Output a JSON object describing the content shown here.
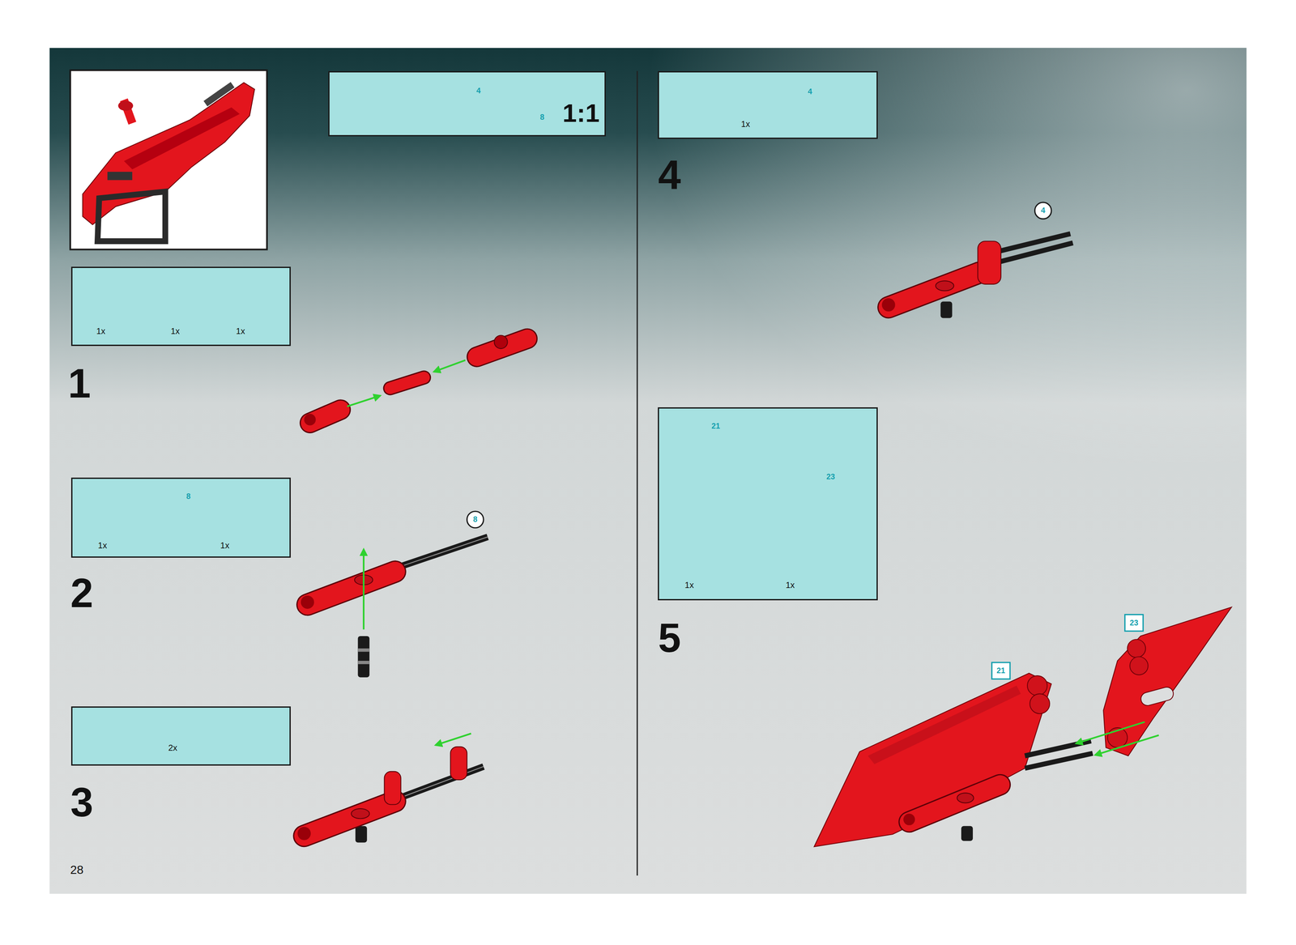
{
  "diagram": {
    "nodes": [
      {
        "text": [
          "4",
          "8",
          "1:1"
        ]
      },
      {
        "text": [
          "1x",
          "1x",
          "1x"
        ]
      },
      {
        "text": [
          "8",
          "1x",
          "1x"
        ]
      },
      {
        "text": [
          "2x"
        ]
      },
      {
        "text": [
          "4",
          "1x"
        ]
      },
      {
        "text": [
          "21",
          "23",
          "1x",
          "1x"
        ]
      }
    ],
    "labels": [
      "1",
      "2",
      "8",
      "3",
      "4",
      "4",
      "5",
      "21",
      "23",
      "28"
    ]
  }
}
